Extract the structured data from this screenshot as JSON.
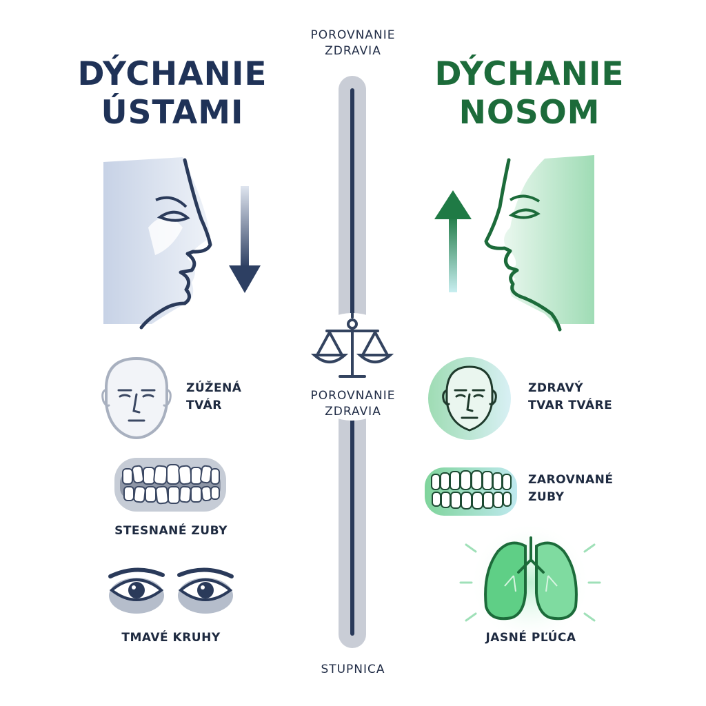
{
  "header": {
    "top_label": [
      "POROVNANIE",
      "ZDRAVIA"
    ]
  },
  "scale": {
    "center_label": [
      "POROVNANIE",
      "ZDRAVIA"
    ],
    "bottom_label": "STUPNICA"
  },
  "left": {
    "title": [
      "DÝCHANIE",
      "ÚSTAMI"
    ],
    "color": "#1f3257",
    "items": [
      {
        "label": [
          "ZÚŽENÁ",
          "TVÁR"
        ],
        "icon": "narrow-face-icon"
      },
      {
        "label": [
          "STESNANÉ ZUBY"
        ],
        "icon": "crowded-teeth-icon"
      },
      {
        "label": [
          "TMAVÉ KRUHY"
        ],
        "icon": "dark-circles-eyes-icon"
      }
    ]
  },
  "right": {
    "title": [
      "DÝCHANIE",
      "NOSOM"
    ],
    "color": "#1c6b3a",
    "items": [
      {
        "label": [
          "ZDRAVÝ",
          "TVAR TVÁRE"
        ],
        "icon": "healthy-face-icon"
      },
      {
        "label": [
          "ZAROVNANÉ",
          "ZUBY"
        ],
        "icon": "aligned-teeth-icon"
      },
      {
        "label": [
          "JASNÉ PĽÚCA"
        ],
        "icon": "clear-lungs-icon"
      }
    ]
  }
}
